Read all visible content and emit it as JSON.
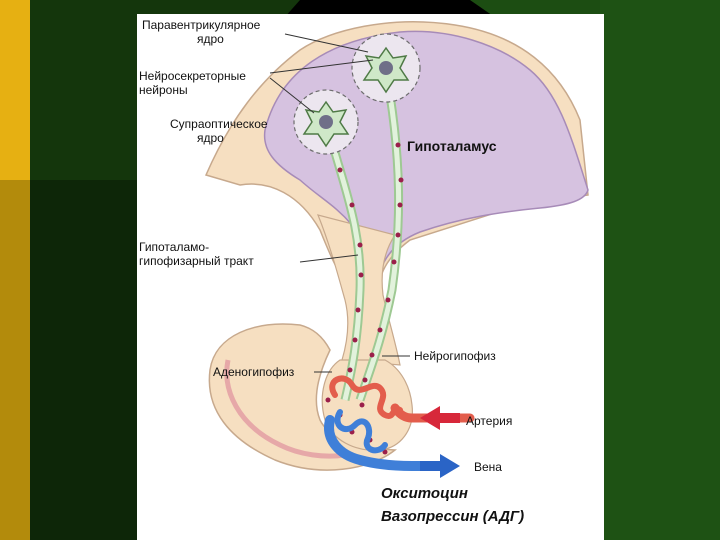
{
  "labels": {
    "paraventricular": [
      "Паравентрикулярное",
      "ядро"
    ],
    "neurosecretory": [
      "Нейросекреторные",
      "нейроны"
    ],
    "supraoptic": [
      "Супраоптическое",
      "ядро"
    ],
    "hypothalamus": "Гипоталамус",
    "tract": [
      "Гипоталамо-",
      "гипофизарный тракт"
    ],
    "neurohypophysis": "Нейрогипофиз",
    "adenohypophysis": "Аденогипофиз",
    "artery": "Артерия",
    "vein": "Вена"
  },
  "captions": {
    "line1": "Окситоцин",
    "line2": "Вазопрессин (АДГ)"
  },
  "colors": {
    "slide_green": "#1c4d12",
    "slide_left_bar": "#e6b012",
    "hypothalamus_fill": "#d6c2e0",
    "tissue_fill": "#f6dfc1",
    "artery": "#e35d4c",
    "vein": "#3f7fd8",
    "vesicle": "#9b1f4a",
    "axon": "#cfe8c8"
  }
}
